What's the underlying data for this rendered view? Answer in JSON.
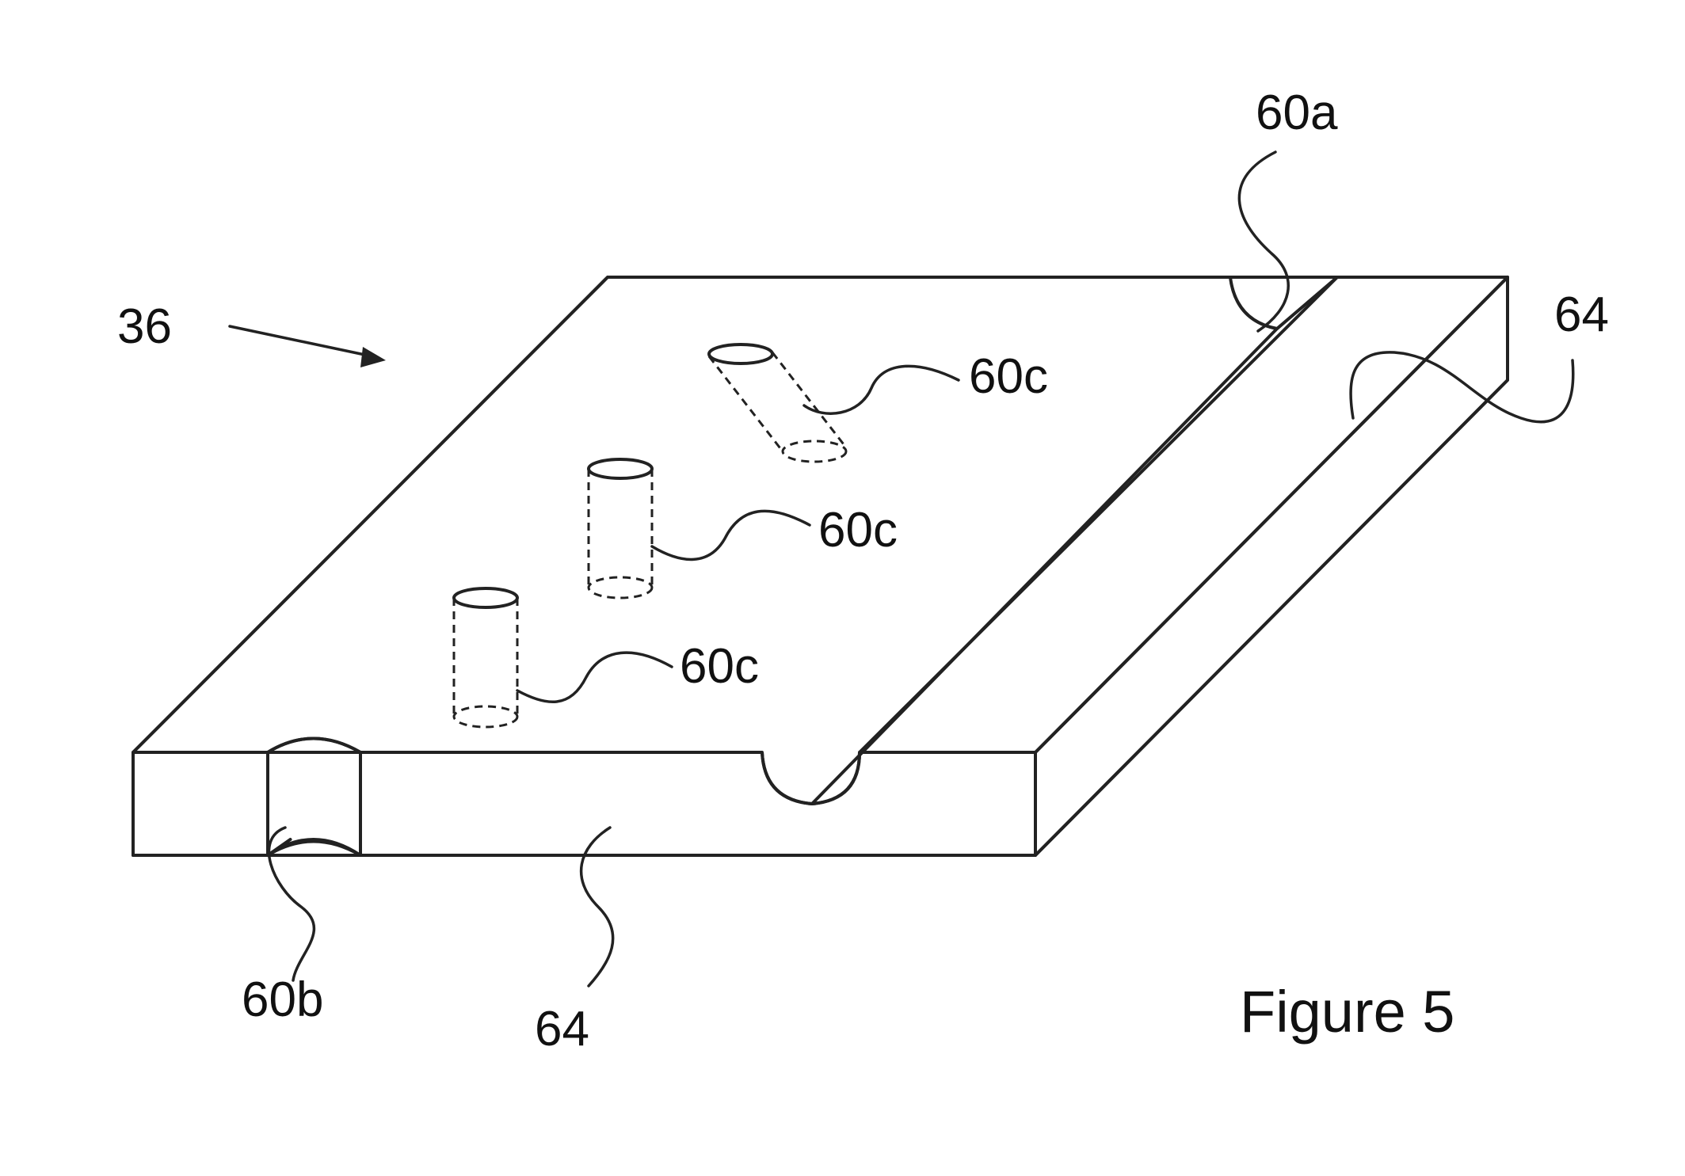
{
  "figure": {
    "caption": "Figure 5",
    "labels": {
      "assembly": "36",
      "channel_top": "60a",
      "channel_side": "60b",
      "bore_upper": "60c",
      "bore_middle": "60c",
      "bore_lower": "60c",
      "face_right": "64",
      "face_front": "64"
    },
    "colors": {
      "line": "#222222",
      "background": "#ffffff",
      "text": "#111111"
    }
  }
}
